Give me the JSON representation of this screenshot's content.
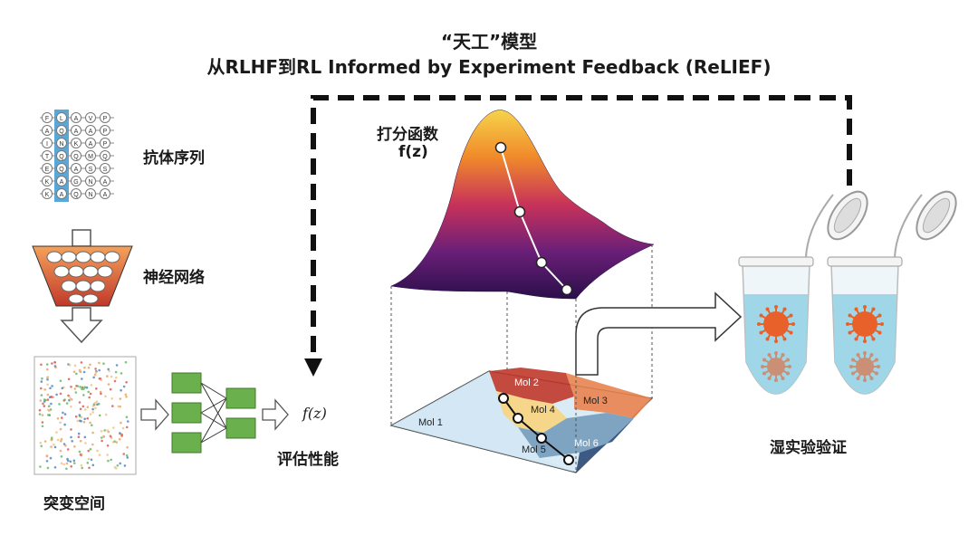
{
  "title": {
    "line1": "“天工”模型",
    "line2": "从RLHF到RL Informed by Experiment Feedback (ReLIEF)"
  },
  "labels": {
    "antibody_sequence": "抗体序列",
    "neural_network": "神经网络",
    "mutation_space": "突变空间",
    "evaluate_performance": "评估性能",
    "fz": "f(z)",
    "scoring_function": "打分函数",
    "scoring_function_sub": "f(z)",
    "wet_lab_validation": "湿实验验证"
  },
  "sequence_grid": {
    "rows": [
      [
        "F",
        "L",
        "A",
        "V",
        "P"
      ],
      [
        "A",
        "Q",
        "A",
        "A",
        "P"
      ],
      [
        "I",
        "N",
        "K",
        "A",
        "P"
      ],
      [
        "T",
        "Q",
        "Q",
        "M",
        "Q"
      ],
      [
        "E",
        "Q",
        "A",
        "S",
        "S"
      ],
      [
        "K",
        "A",
        "G",
        "N",
        "A"
      ],
      [
        "K",
        "A",
        "Q",
        "N",
        "A"
      ]
    ],
    "highlight_column": 1
  },
  "regions": [
    "Mol 1",
    "Mol 2",
    "Mol 3",
    "Mol 4",
    "Mol 5",
    "Mol 6"
  ],
  "colors": {
    "highlight": "#5aa8d8",
    "cluster_green": "#5cb85c",
    "tube_fill": "#9fd6e8",
    "virus": "#e8602a",
    "funnel_top": "#f5a25a",
    "funnel_bottom": "#c0392b"
  }
}
